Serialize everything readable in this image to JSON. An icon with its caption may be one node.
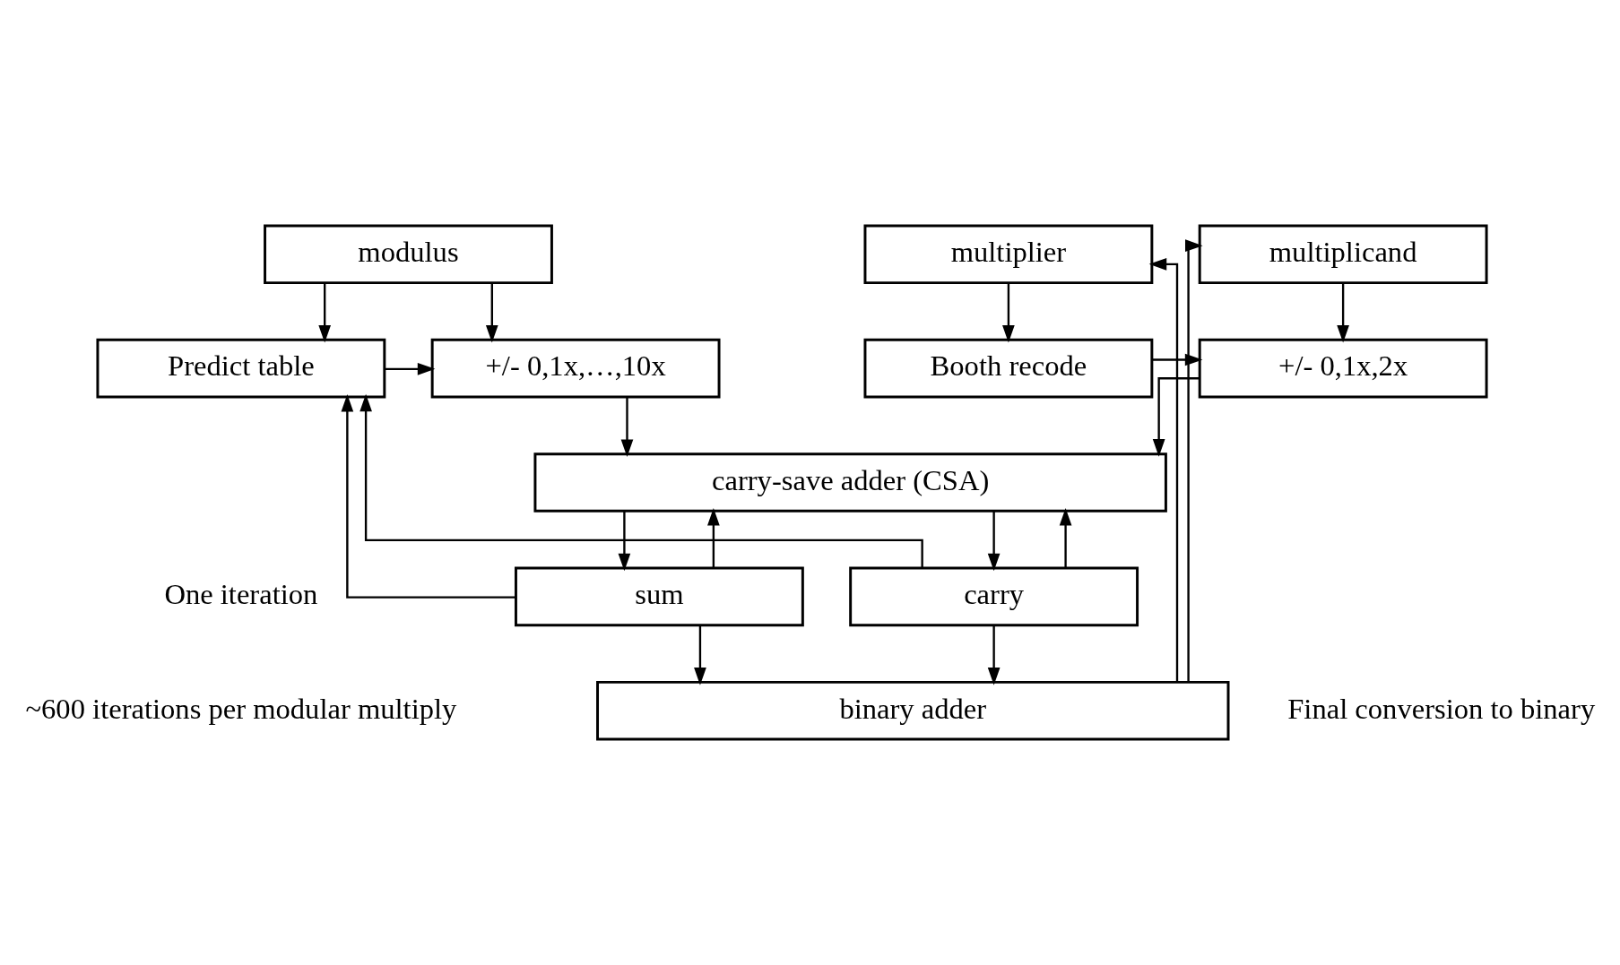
{
  "diagram": {
    "nodes": [
      {
        "text": [
          "modulus"
        ]
      },
      {
        "text": [
          "multiplicand"
        ]
      },
      {
        "text": [
          "multiplier"
        ]
      },
      {
        "text": [
          "Predict table"
        ]
      },
      {
        "text": [
          "+/- 0,1x,…,10x"
        ]
      },
      {
        "text": [
          "+/- 0,1x,2x"
        ]
      },
      {
        "text": [
          "Booth recode"
        ]
      },
      {
        "text": [
          "carry-save adder (CSA)"
        ]
      },
      {
        "text": [
          "carry"
        ]
      },
      {
        "text": [
          "sum"
        ]
      },
      {
        "text": [
          "binary adder"
        ]
      }
    ],
    "edges": [
      {
        "from": 0,
        "to": 3,
        "arrow": "to"
      },
      {
        "from": 0,
        "to": 4,
        "arrow": "to"
      },
      {
        "from": 3,
        "to": 4,
        "arrow": "to"
      },
      {
        "from": 1,
        "to": 5,
        "arrow": "to"
      },
      {
        "from": 2,
        "to": 6,
        "arrow": "to"
      },
      {
        "from": 6,
        "to": 5,
        "arrow": "to"
      },
      {
        "from": 4,
        "to": 7,
        "arrow": "to"
      },
      {
        "from": 5,
        "to": 7,
        "arrow": "to"
      },
      {
        "from": 7,
        "to": 8,
        "arrow": "to"
      },
      {
        "from": 7,
        "to": 9,
        "arrow": "to"
      },
      {
        "from": 8,
        "to": 10,
        "arrow": "to"
      },
      {
        "from": 9,
        "to": 10,
        "arrow": "to"
      },
      {
        "from": 8,
        "to": 7,
        "arrow": "to"
      },
      {
        "from": 8,
        "to": 3,
        "arrow": "to"
      },
      {
        "from": 9,
        "to": 7,
        "arrow": "to"
      },
      {
        "from": 9,
        "to": 3,
        "arrow": "to"
      },
      {
        "from": 10,
        "to": 1,
        "arrow": "to"
      },
      {
        "from": 10,
        "to": 2,
        "arrow": "to"
      }
    ],
    "labels": [
      "One iteration",
      "~600 iterations per modular multiply",
      "Final conversion to binary"
    ]
  }
}
